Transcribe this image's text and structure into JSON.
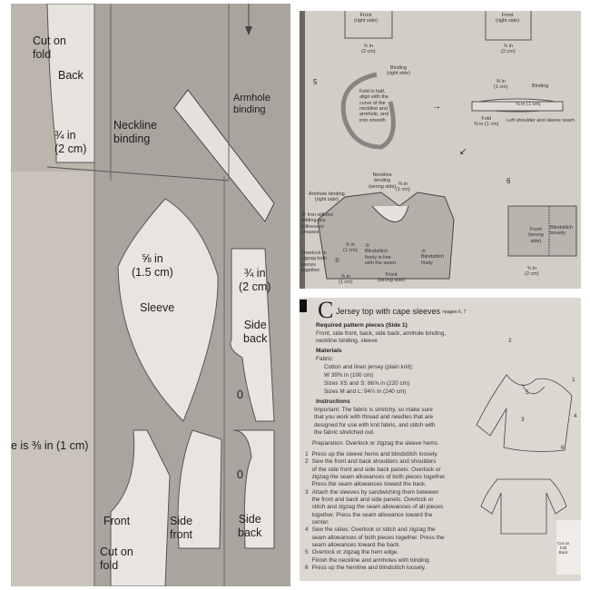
{
  "left_photo": {
    "back_piece": {
      "cut": "Cut on\nfold",
      "name": "Back",
      "allowance": "¾ in\n(2 cm)"
    },
    "neckline_binding": "Neckline\nbinding",
    "armhole_binding": "Armhole\nbinding",
    "sleeve": {
      "allowance": "⅝ in\n(1.5 cm)",
      "name": "Sleeve"
    },
    "side_back_upper": {
      "allowance": "¾ in\n(2 cm)",
      "name": "Side\nback",
      "notch": "0"
    },
    "seam_note": "e is ⅜ in (1 cm)",
    "front": {
      "name": "Front",
      "cut": "Cut on\nfold"
    },
    "side_front": "Side\nfront",
    "side_back_lower": {
      "name": "Side\nback",
      "notch": "0"
    }
  },
  "top_right_photo": {
    "front_left": {
      "label": "Front\n(right side)",
      "allowance": "¾ in\n(2 cm)"
    },
    "front_right": {
      "label": "Front\n(right side)",
      "allowance": "¾ in\n(2 cm)"
    },
    "step5": {
      "number": "5",
      "binding_label": "Binding\n(right side)",
      "fold_note": "Fold in half,\nalign with the\ncurve of the\nneckline and\narmhole, and\niron smooth",
      "arrow": "→",
      "top_allowance": "⅜ in\n(1 cm)",
      "binding": "Binding",
      "inner_allowance": "⅜ in (1 cm)",
      "fold": "Fold\n⅜ in (1 cm)",
      "seam": "Left shoulder and sleeve seam",
      "arrow2": "↙"
    },
    "step_top": {
      "neckline_binding": "Neckline\nbinding\n(wrong side)",
      "neck_allowance": "⅜ in\n(1 cm)",
      "armhole_binding": "Armhole binding\n(right side)",
      "iron_note": "② Iron without\nadding any\nfullness or\ncreases",
      "overlock_note": "Overlock or\nzigzag both\npieces\ntogether",
      "allowance_a": "⅜ in\n(1 cm)",
      "allowance_b": "⅜ in\n(1 cm)",
      "step1": "①",
      "blindstitch_center": "③\nBlindstitch\nfinely in line\nwith the seam",
      "blindstitch_right": "③\nBlindstitch\nfinely",
      "front_label": "Front\n(wrong side)"
    },
    "step6": {
      "number": "6",
      "front": "Front\n(wrong\nside)",
      "blindstitch": "Blindstitch\nloosely",
      "allowance": "¾ in\n(2 cm)"
    }
  },
  "bottom_right_photo": {
    "letter": "C",
    "title": "Jersey top with cape sleeves",
    "pages": ">pages 6, 7",
    "pattern_heading": "Required pattern pieces (Side 1)",
    "pattern_text": "Front, side front, back, side back, armhole binding,\nneckline binding, sleeve",
    "materials_heading": "Materials",
    "fabric_label": "Fabric:",
    "fabric_lines": [
      "Cotton and linen jersey (plain knit):",
      "W 39⅜ in (100 cm)",
      "Sizes XS and S: 86⅝ in (220 cm)",
      "Sizes M and L: 94½ in (240 cm)"
    ],
    "instructions_heading": "Instructions",
    "important": "Important: The fabric is stretchy, so make sure\nthat you work with thread and needles that are\ndesigned for use with knit fabric, and stitch with\nthe fabric stretched out.",
    "preparation": "Preparation: Overlock or zigzag the sleeve hems.",
    "steps": [
      {
        "n": "1",
        "text": "Press up the sleeve hems and blindstitch loosely."
      },
      {
        "n": "2",
        "text": "Sew the front and back shoulders and shoulders\nof the side front and side back panels: Overlock or\nzigzag the seam allowances of both pieces together.\nPress the seam allowances toward the back."
      },
      {
        "n": "3",
        "text": "Attach the sleeves by sandwiching them between\nthe front and back and side panels. Overlock or\nstitch and zigzag the seam allowances of all pieces\ntogether. Press the seam allowance toward the\ncenter."
      },
      {
        "n": "4",
        "text": "Sew the sides: Overlock or stitch and zigzag the\nseam allowances of both pieces together. Press the\nseam allowances toward the back."
      },
      {
        "n": "5",
        "text": "Overlock or zigzag the hem edge.\nFinish the neckline and armholes with binding."
      },
      {
        "n": "6",
        "text": "Press up the hemline and blindstitch loosely."
      }
    ],
    "diagram_callouts": [
      "2",
      "1",
      "5",
      "3",
      "4",
      "6"
    ],
    "thumb_label": "Cut on\nfold\nBack"
  }
}
